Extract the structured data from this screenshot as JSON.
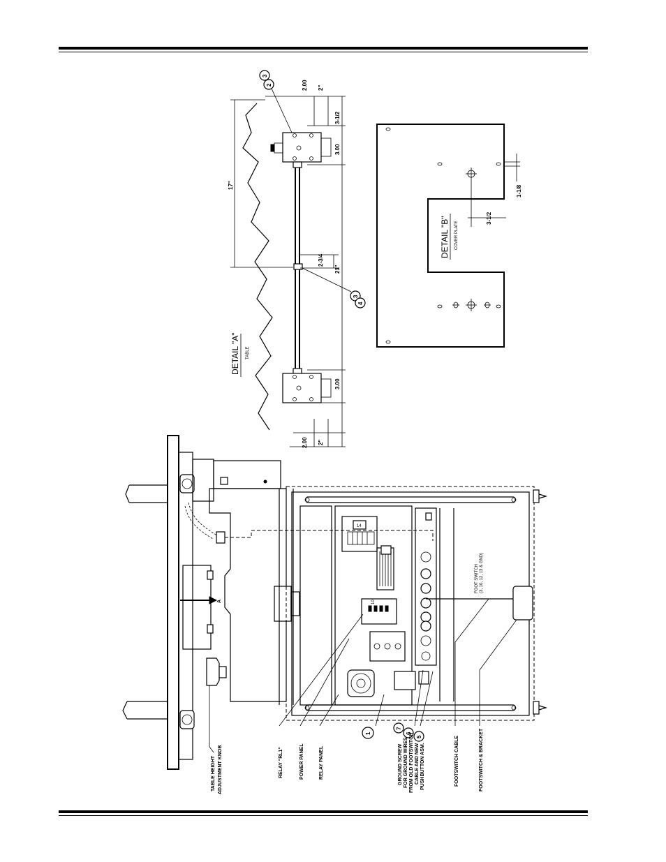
{
  "detail_a": {
    "title": "DETAIL \"A\"",
    "subtitle": "TABLE",
    "dims": {
      "top_2_00": "2.00",
      "top_2in": "2\"",
      "d_3_1_2": "3-1/2",
      "top_3_00": "3.00",
      "d_17": "17\"",
      "d_2_3_4": "2-3/4",
      "d_21": "21\"",
      "bot_3_00": "3.00",
      "bot_2_00": "2.00",
      "bot_2in": "2\""
    },
    "callouts": {
      "c2": "2",
      "c3": "3",
      "c3b": "3",
      "c4": "4"
    }
  },
  "detail_b": {
    "title": "DETAIL \"B\"",
    "subtitle": "COVER PLATE",
    "dims": {
      "d_3_1_2": "3-1/2",
      "d_1_1_8": "1-1/8"
    }
  },
  "main_view": {
    "adjust_knob": [
      "TABLE HEIGHT",
      "ADJUSTMENT KNOB"
    ],
    "relay_rl1": "RELAY \"RL1\"",
    "power_panel": "POWER PANEL",
    "relay_panel": "RELAY PANEL",
    "ground_screw": [
      "GROUND SCREW",
      "FOR GROUND WIRES",
      "FROM OLD FOOTSWITCH",
      "CABLE AND NEW",
      "PUSHBUTTON ASM."
    ],
    "footswitch_cable": "FOOTSWITCH CABLE",
    "footswitch_bracket": "FOOTSWITCH & BRACKET",
    "footswitch_note": [
      "FOOT SWITCH",
      "(3, 10, 12, 13 & GND)"
    ],
    "arrow_a": "A",
    "callouts": {
      "c1": "1",
      "c5": "5",
      "c6": "6",
      "c7": "7"
    },
    "relay_num": "14",
    "block_num": "10"
  }
}
